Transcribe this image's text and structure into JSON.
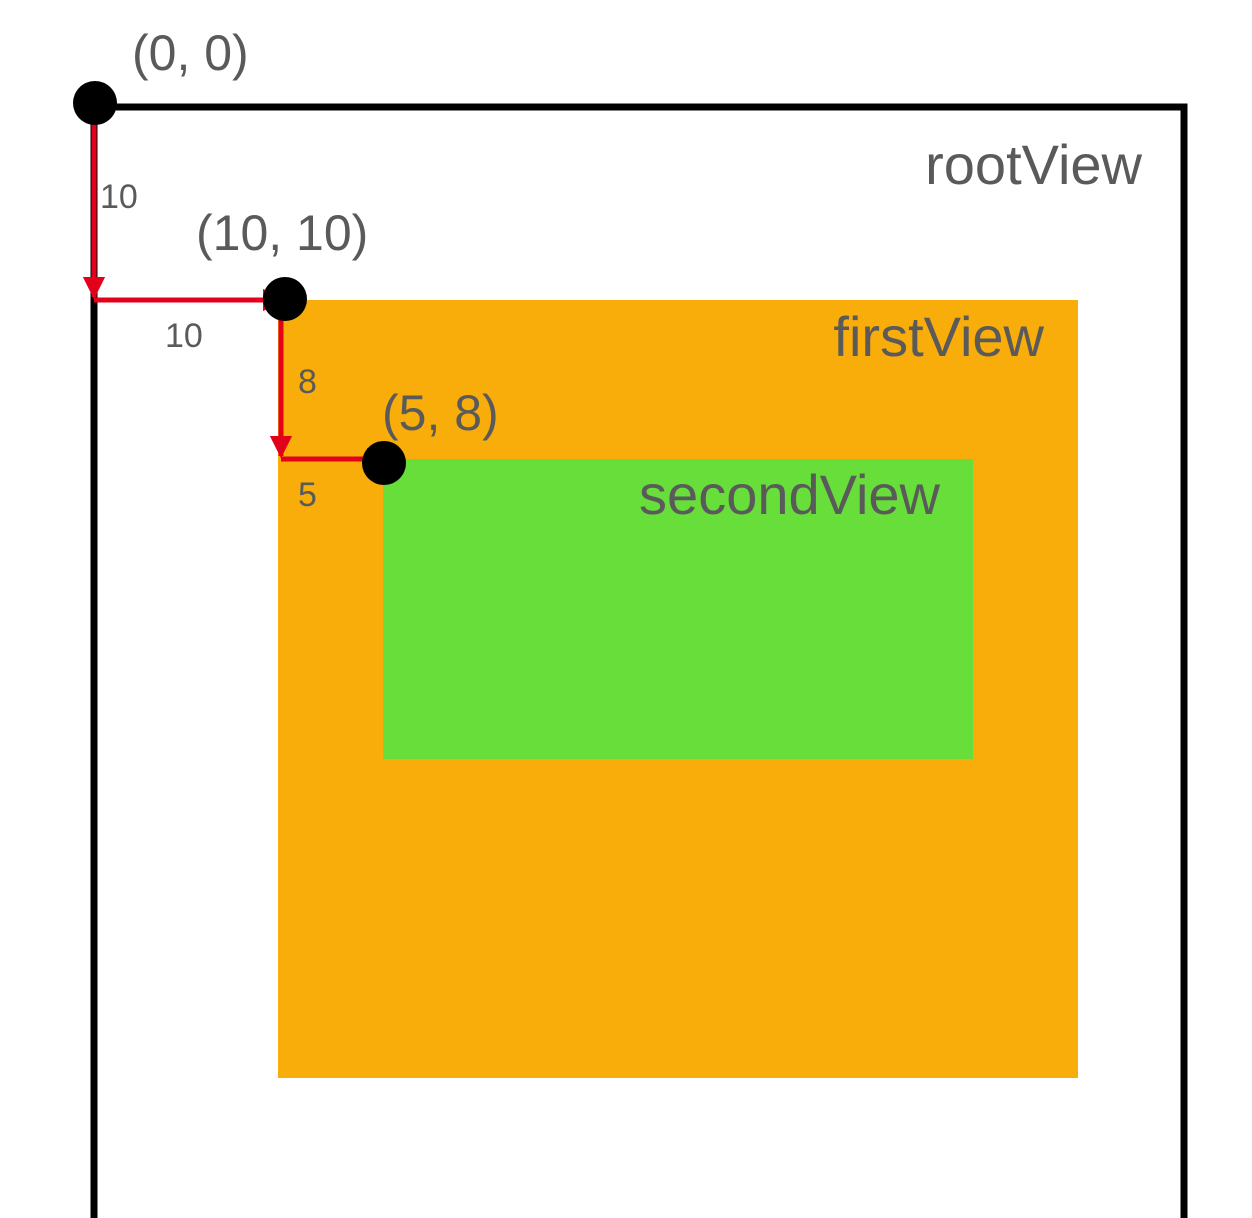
{
  "labels": {
    "root_view": "rootView",
    "first_view": "firstView",
    "second_view": "secondView"
  },
  "points": {
    "root_origin": "(0, 0)",
    "first_origin": "(10, 10)",
    "second_origin": "(5, 8)"
  },
  "offsets": {
    "first_down": "10",
    "first_right": "10",
    "second_down": "8",
    "second_right": "5"
  },
  "colors": {
    "root_border": "#000000",
    "first_fill": "#f9ad0a",
    "second_fill": "#67de3a",
    "arrow": "#e3001b",
    "dot": "#000000",
    "text": "#5a5a5a"
  }
}
